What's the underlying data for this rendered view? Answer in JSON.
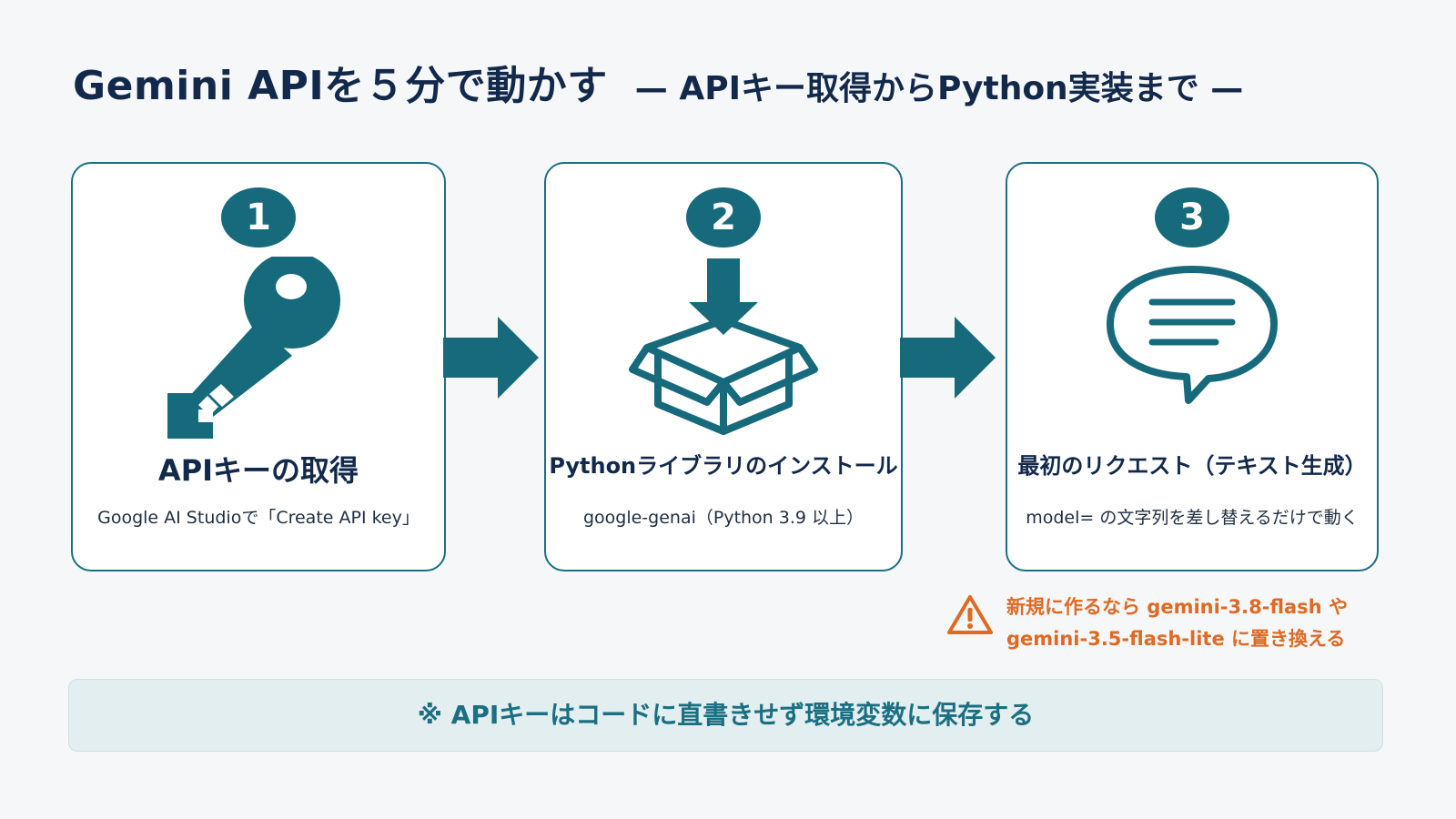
{
  "title": {
    "main": "Gemini APIを５分で動かす",
    "sub": "— APIキー取得からPython実装まで —"
  },
  "steps": [
    {
      "number": "1",
      "icon": "key-icon",
      "title": "APIキーの取得",
      "description": "Google AI Studioで「Create API key」"
    },
    {
      "number": "2",
      "icon": "package-download-icon",
      "title": "Pythonライブラリのインストール",
      "description": "google-genai（Python 3.9 以上）"
    },
    {
      "number": "3",
      "icon": "chat-bubble-icon",
      "title": "最初のリクエスト（テキスト生成）",
      "description": "model= の文字列を差し替えるだけで動く"
    }
  ],
  "warning": {
    "icon": "warning-triangle-icon",
    "line1": "新規に作るなら gemini-3.8-flash や",
    "line2": "gemini-3.5-flash-lite に置き換える"
  },
  "notice": "※ APIキーはコードに直書きせず環境変数に保存する",
  "colors": {
    "primary": "#166a7c",
    "border": "#1b6f82",
    "title_text": "#13294b",
    "warning": "#df6a24",
    "notice_bg": "#e3eef0",
    "page_bg": "#f6f7f8"
  }
}
